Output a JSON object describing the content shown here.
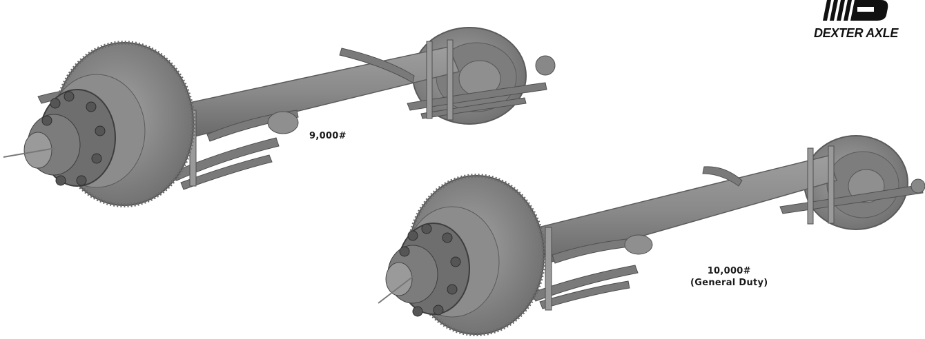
{
  "logo": {
    "text": "DEXTER AXLE",
    "icon": "dexter-d-icon"
  },
  "products": [
    {
      "label": "9,000#"
    },
    {
      "label_line1": "10,000#",
      "label_line2": "(General Duty)"
    }
  ],
  "colors": {
    "axle_body": "#8a8a8a",
    "axle_dark": "#555555",
    "axle_light": "#b0b0b0",
    "background": "#ffffff"
  }
}
